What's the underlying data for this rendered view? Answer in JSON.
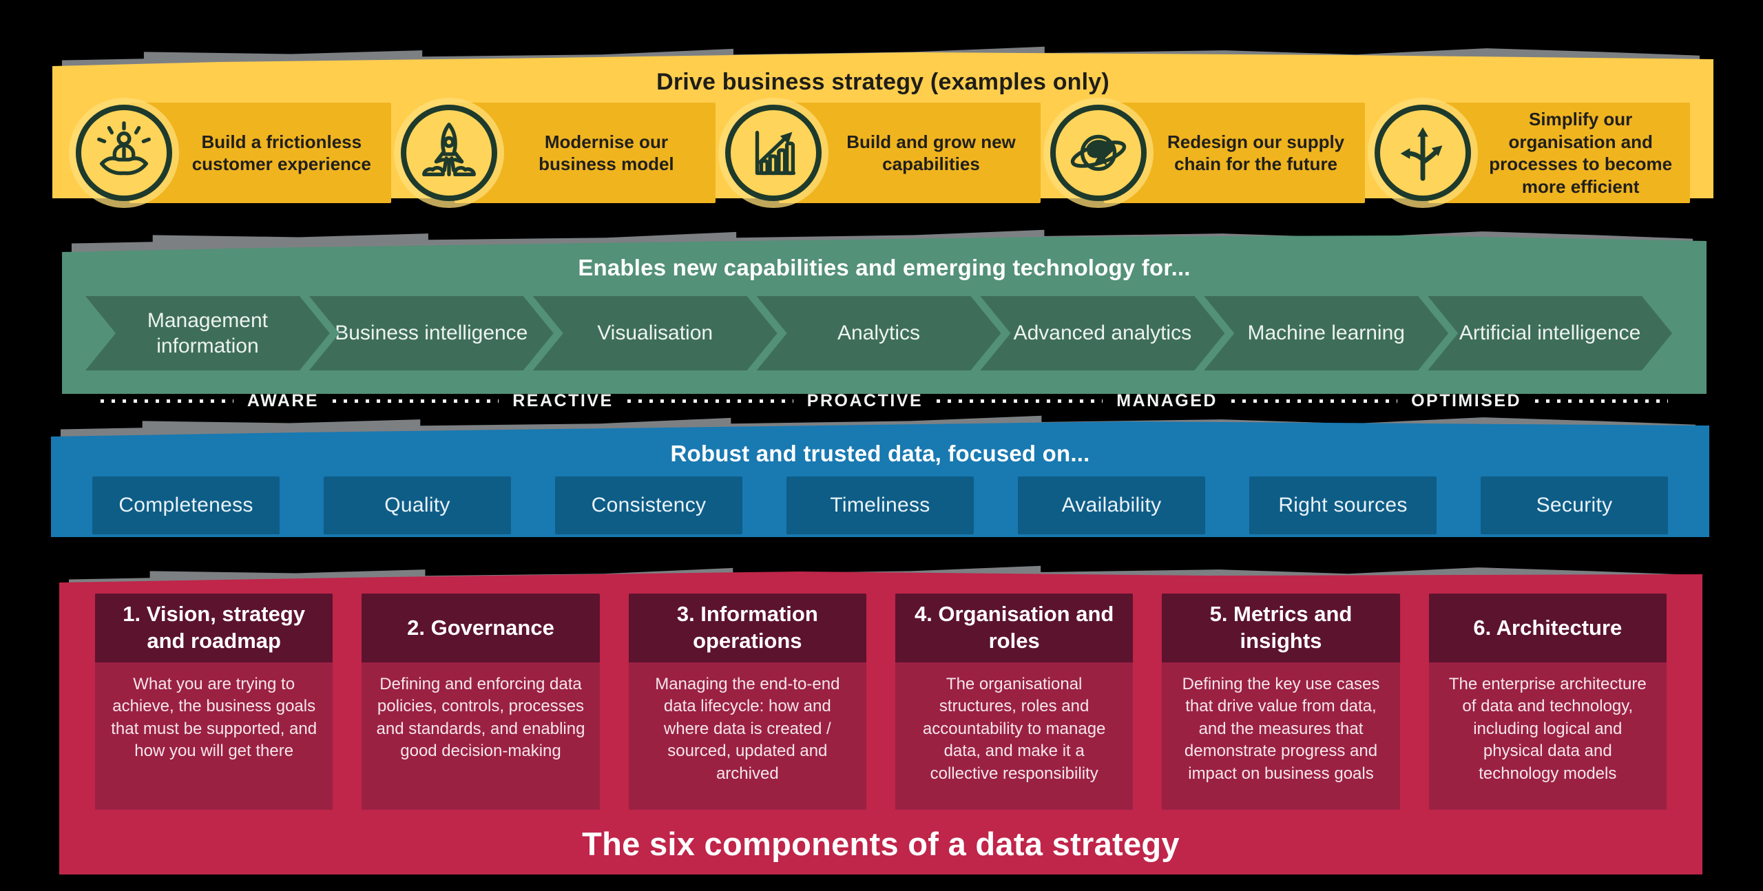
{
  "strategy_band": {
    "title": "Drive business strategy (examples only)",
    "items": [
      {
        "icon": "customer-experience-icon",
        "label": "Build a frictionless customer experience"
      },
      {
        "icon": "rocket-icon",
        "label": "Modernise our business model"
      },
      {
        "icon": "growth-chart-icon",
        "label": "Build and grow new capabilities"
      },
      {
        "icon": "global-supply-chain-icon",
        "label": "Redesign our supply chain for the future"
      },
      {
        "icon": "branching-arrows-icon",
        "label": "Simplify our organisation and processes to become more efficient"
      }
    ],
    "colors": {
      "band": "#FFCE4D",
      "item_box": "#F0B41F",
      "icon_stroke": "#1D3A2C"
    }
  },
  "capability_band": {
    "title": "Enables new capabilities and emerging technology for...",
    "stages": [
      "Management information",
      "Business intelligence",
      "Visualisation",
      "Analytics",
      "Advanced analytics",
      "Machine learning",
      "Artificial intelligence"
    ],
    "maturity_levels": [
      "AWARE",
      "REACTIVE",
      "PROACTIVE",
      "MANAGED",
      "OPTIMISED"
    ],
    "colors": {
      "band": "#539178",
      "chevron": "#3E6E59"
    }
  },
  "data_band": {
    "title": "Robust and trusted data, focused on...",
    "qualities": [
      "Completeness",
      "Quality",
      "Consistency",
      "Timeliness",
      "Availability",
      "Right sources",
      "Security"
    ],
    "colors": {
      "band": "#1979B1",
      "box": "#0E5D87"
    }
  },
  "components_band": {
    "title": "The six components of a data strategy",
    "cards": [
      {
        "heading": "1. Vision, strategy and roadmap",
        "body": "What you are trying to achieve, the business goals that must be supported, and how you will get there"
      },
      {
        "heading": "2. Governance",
        "body": "Defining and enforcing data policies, controls, processes and standards, and enabling good decision-making"
      },
      {
        "heading": "3. Information operations",
        "body": "Managing the end-to-end data lifecycle: how and where data is created / sourced, updated and archived"
      },
      {
        "heading": "4. Organisation and roles",
        "body": "The organisational structures, roles and accountability to manage data, and make it a collective responsibility"
      },
      {
        "heading": "5. Metrics and insights",
        "body": "Defining the key use cases that drive value from data, and the measures that demonstrate progress and impact on business goals"
      },
      {
        "heading": "6. Architecture",
        "body": "The enterprise architecture of data and technology, including logical and physical data and technology models"
      }
    ],
    "colors": {
      "band": "#C0254A",
      "card_header": "#5C132E",
      "card_body": "#9B2143"
    }
  }
}
